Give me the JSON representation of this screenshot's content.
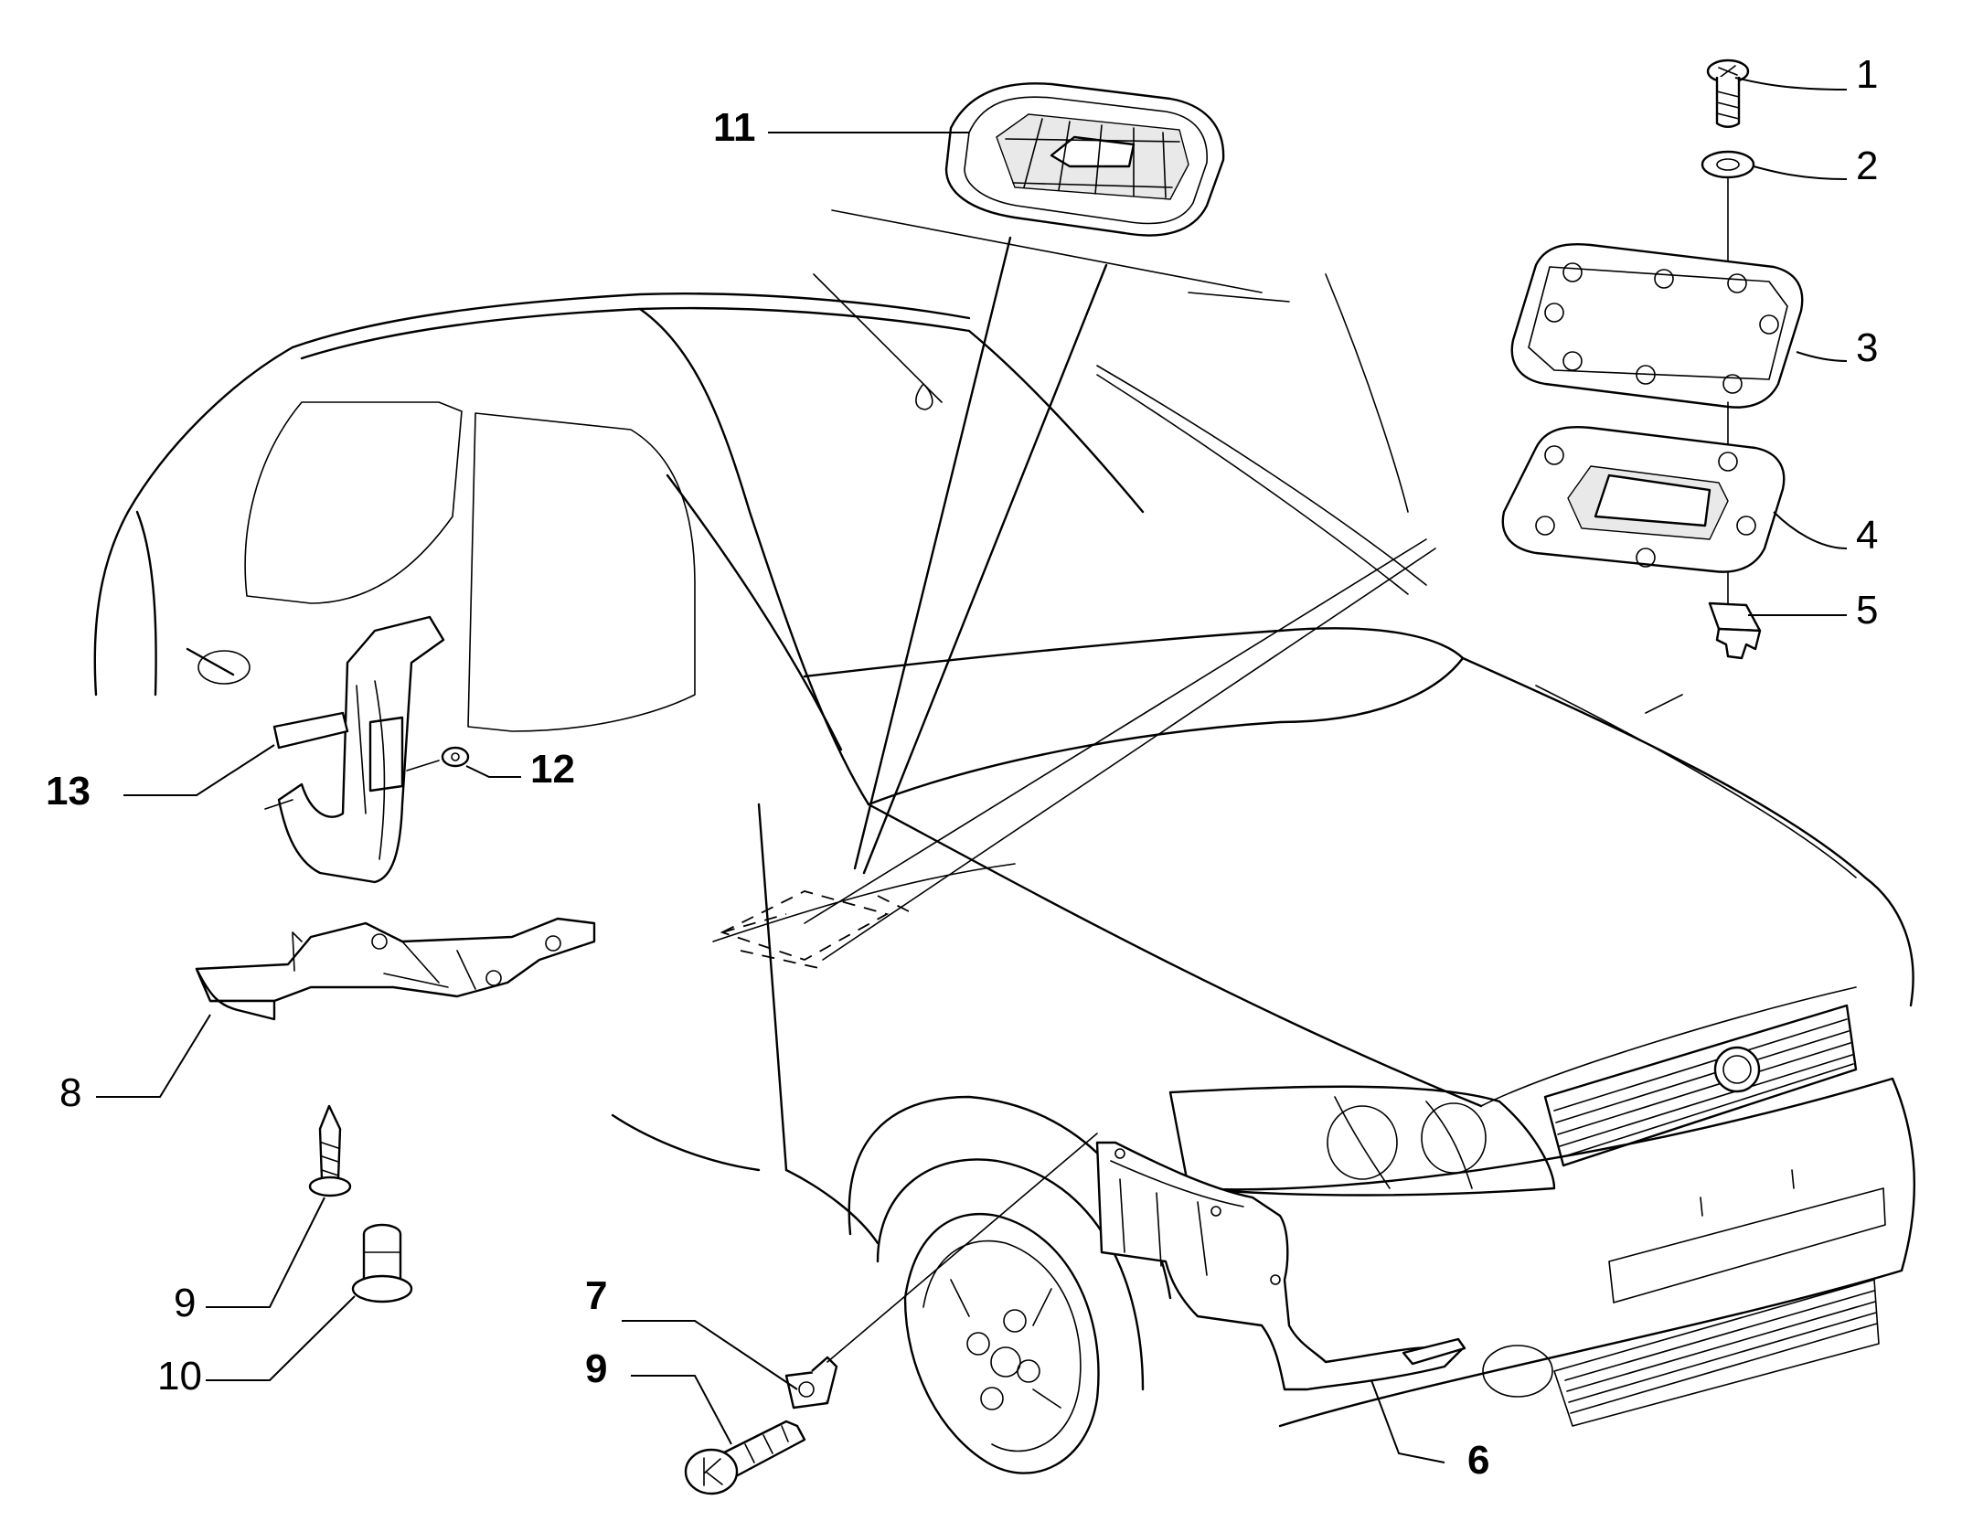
{
  "diagram": {
    "callouts": [
      {
        "id": "c1",
        "label": "1",
        "bold": false
      },
      {
        "id": "c2",
        "label": "2",
        "bold": false
      },
      {
        "id": "c3",
        "label": "3",
        "bold": false
      },
      {
        "id": "c4",
        "label": "4",
        "bold": false
      },
      {
        "id": "c5",
        "label": "5",
        "bold": false
      },
      {
        "id": "c6",
        "label": "6",
        "bold": true
      },
      {
        "id": "c7",
        "label": "7",
        "bold": true
      },
      {
        "id": "c8",
        "label": "8",
        "bold": false
      },
      {
        "id": "c9a",
        "label": "9",
        "bold": false
      },
      {
        "id": "c9b",
        "label": "9",
        "bold": true
      },
      {
        "id": "c10",
        "label": "10",
        "bold": false
      },
      {
        "id": "c11",
        "label": "11",
        "bold": true
      },
      {
        "id": "c12",
        "label": "12",
        "bold": true
      },
      {
        "id": "c13",
        "label": "13",
        "bold": true
      }
    ]
  }
}
